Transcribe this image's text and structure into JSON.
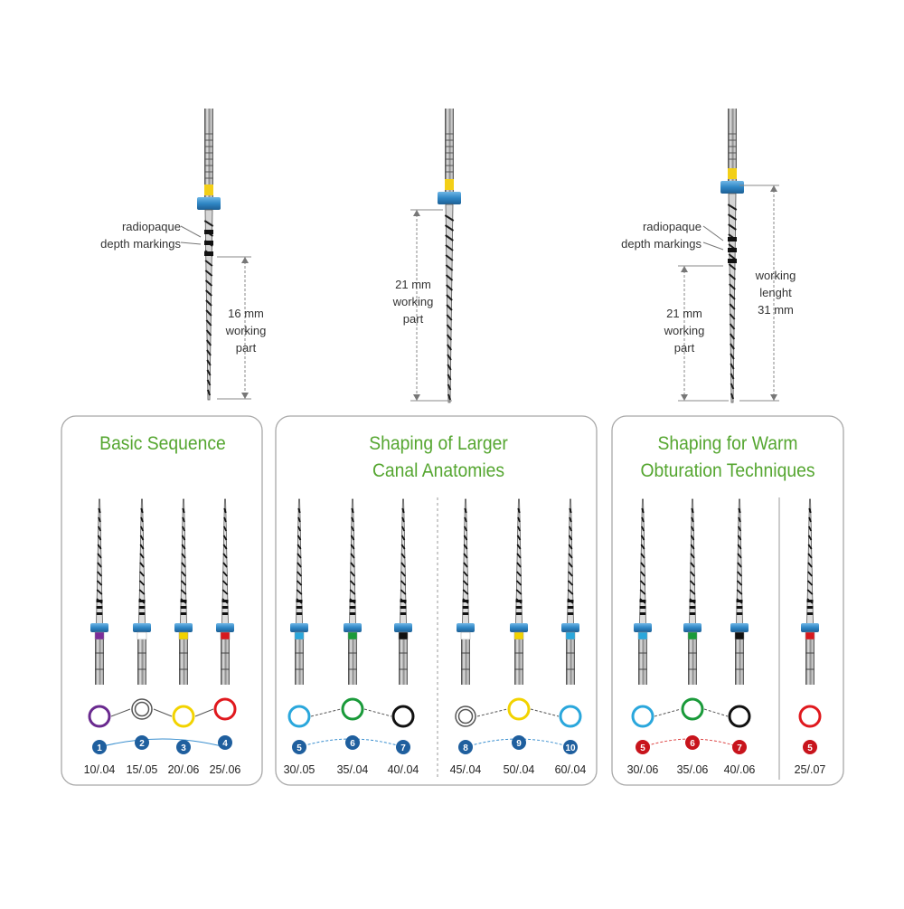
{
  "colors": {
    "title_green": "#55a630",
    "panel_border": "#a8a8a8",
    "blue_stopper": "#2f86c4",
    "step_blue": "#1f5f9e",
    "step_red": "#c8141c"
  },
  "top_files": {
    "left": {
      "annotation": "radiopaque\ndepth markings",
      "dimension": "16 mm\nworking\npart"
    },
    "middle": {
      "dimension": "21 mm\nworking\npart"
    },
    "right": {
      "annotation": "radiopaque\ndepth markings",
      "dimension_left": "21 mm\nworking\npart",
      "dimension_right": "working\nlenght\n31 mm"
    }
  },
  "panels": [
    {
      "title": "Basic Sequence",
      "groups": [
        {
          "files": [
            {
              "step": "1",
              "size": "10/.04",
              "ring": "#6a2a8f",
              "band": "#7b2d9a"
            },
            {
              "step": "2",
              "size": "15/.05",
              "ring": "double",
              "band": "#ffffff"
            },
            {
              "step": "3",
              "size": "20/.06",
              "ring": "#f2d300",
              "band": "#f2d300"
            },
            {
              "step": "4",
              "size": "25/.06",
              "ring": "#e0191e",
              "band": "#d7191e"
            }
          ],
          "step_color": "#1f5f9e",
          "connector": "solid"
        }
      ]
    },
    {
      "title": "Shaping of Larger\nCanal Anatomies",
      "groups": [
        {
          "files": [
            {
              "step": "5",
              "size": "30/.05",
              "ring": "#2aa7dc",
              "band": "#2aa7dc"
            },
            {
              "step": "6",
              "size": "35/.04",
              "ring": "#1a9a3a",
              "band": "#1a9a3a"
            },
            {
              "step": "7",
              "size": "40/.04",
              "ring": "#111111",
              "band": "#111111"
            }
          ],
          "step_color": "#1f5f9e",
          "connector": "dashed"
        },
        {
          "files": [
            {
              "step": "8",
              "size": "45/.04",
              "ring": "double",
              "band": "#ffffff"
            },
            {
              "step": "9",
              "size": "50/.04",
              "ring": "#f2d300",
              "band": "#f2d300"
            },
            {
              "step": "10",
              "size": "60/.04",
              "ring": "#2aa7dc",
              "band": "#2aa7dc"
            }
          ],
          "step_color": "#1f5f9e",
          "connector": "dashed"
        }
      ]
    },
    {
      "title": "Shaping for Warm\nObturation Techniques",
      "groups": [
        {
          "files": [
            {
              "step": "5",
              "size": "30/.06",
              "ring": "#2aa7dc",
              "band": "#2aa7dc"
            },
            {
              "step": "6",
              "size": "35/.06",
              "ring": "#1a9a3a",
              "band": "#1a9a3a"
            },
            {
              "step": "7",
              "size": "40/.06",
              "ring": "#111111",
              "band": "#111111"
            }
          ],
          "step_color": "#c8141c",
          "connector": "dashed"
        },
        {
          "files": [
            {
              "step": "5",
              "size": "25/.07",
              "ring": "#e0191e",
              "band": "#d7191e"
            }
          ],
          "step_color": "#c8141c",
          "connector": "none"
        }
      ]
    }
  ]
}
